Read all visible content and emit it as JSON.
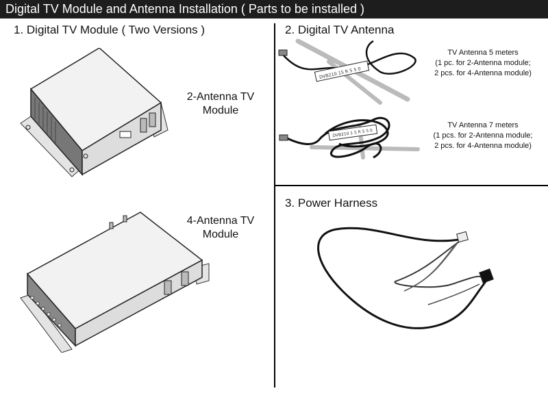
{
  "header": {
    "title": "Digital TV Module and Antenna Installation ( Parts to be installed )"
  },
  "sections": {
    "module": {
      "heading": "1. Digital TV Module ( Two  Versions )"
    },
    "antenna": {
      "heading": "2. Digital TV Antenna"
    },
    "harness": {
      "heading": "3. Power Harness"
    }
  },
  "modules": {
    "two_antenna": {
      "line1": "2-Antenna TV",
      "line2": "Module"
    },
    "four_antenna": {
      "line1": "4-Antenna TV",
      "line2": "Module"
    }
  },
  "antennas": {
    "five_m": {
      "line1": "TV Antenna 5 meters",
      "line2": "(1 pc. for 2-Antenna module;",
      "line3": "2 pcs. for 4-Antenna module)",
      "tag": "DVB210 15 R 5 5 0"
    },
    "seven_m": {
      "line1": "TV Antenna 7 meters",
      "line2": "(1 pcs. for 2-Antenna module;",
      "line3": "2 pcs. for 4-Antenna module)",
      "tag": "DVB210 1 5 R 5 5 0"
    }
  }
}
